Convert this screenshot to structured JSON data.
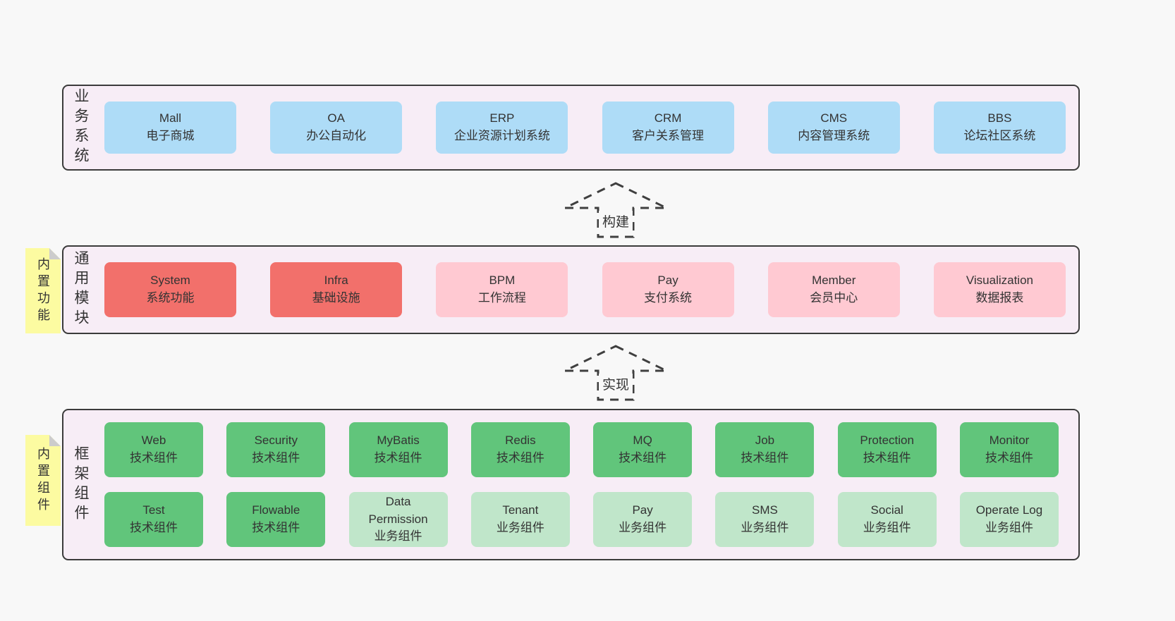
{
  "colors": {
    "page_bg": "#f8f8f8",
    "panel_bg": "#f7edf6",
    "border": "#3b3b3b",
    "blue": "#aedcf7",
    "red": "#f2706b",
    "pink": "#ffc9d2",
    "green_dark": "#61c57b",
    "green_light": "#c0e6ca",
    "note_yellow": "#fcfba1",
    "note_fold": "#cccccc",
    "text": "#333333"
  },
  "section_business": {
    "label": "业务系统",
    "items": [
      {
        "title": "Mall",
        "subtitle": "电子商城"
      },
      {
        "title": "OA",
        "subtitle": "办公自动化"
      },
      {
        "title": "ERP",
        "subtitle": "企业资源计划系统"
      },
      {
        "title": "CRM",
        "subtitle": "客户关系管理"
      },
      {
        "title": "CMS",
        "subtitle": "内容管理系统"
      },
      {
        "title": "BBS",
        "subtitle": "论坛社区系统"
      }
    ]
  },
  "arrow_build": {
    "label": "构建"
  },
  "arrow_implement": {
    "label": "实现"
  },
  "section_modules": {
    "label": "通用模块",
    "note": "内置功能",
    "items": [
      {
        "title": "System",
        "subtitle": "系统功能",
        "variant": "red"
      },
      {
        "title": "Infra",
        "subtitle": "基础设施",
        "variant": "red"
      },
      {
        "title": "BPM",
        "subtitle": "工作流程",
        "variant": "pink"
      },
      {
        "title": "Pay",
        "subtitle": "支付系统",
        "variant": "pink"
      },
      {
        "title": "Member",
        "subtitle": "会员中心",
        "variant": "pink"
      },
      {
        "title": "Visualization",
        "subtitle": "数据报表",
        "variant": "pink"
      }
    ]
  },
  "section_components": {
    "label": "框架组件",
    "note": "内置组件",
    "row1": [
      {
        "title": "Web",
        "subtitle": "技术组件",
        "variant": "green-dark"
      },
      {
        "title": "Security",
        "subtitle": "技术组件",
        "variant": "green-dark"
      },
      {
        "title": "MyBatis",
        "subtitle": "技术组件",
        "variant": "green-dark"
      },
      {
        "title": "Redis",
        "subtitle": "技术组件",
        "variant": "green-dark"
      },
      {
        "title": "MQ",
        "subtitle": "技术组件",
        "variant": "green-dark"
      },
      {
        "title": "Job",
        "subtitle": "技术组件",
        "variant": "green-dark"
      },
      {
        "title": "Protection",
        "subtitle": "技术组件",
        "variant": "green-dark"
      },
      {
        "title": "Monitor",
        "subtitle": "技术组件",
        "variant": "green-dark"
      }
    ],
    "row2": [
      {
        "title": "Test",
        "subtitle": "技术组件",
        "variant": "green-dark"
      },
      {
        "title": "Flowable",
        "subtitle": "技术组件",
        "variant": "green-dark"
      },
      {
        "title": "Data Permission",
        "subtitle": "业务组件",
        "variant": "green-light"
      },
      {
        "title": "Tenant",
        "subtitle": "业务组件",
        "variant": "green-light"
      },
      {
        "title": "Pay",
        "subtitle": "业务组件",
        "variant": "green-light"
      },
      {
        "title": "SMS",
        "subtitle": "业务组件",
        "variant": "green-light"
      },
      {
        "title": "Social",
        "subtitle": "业务组件",
        "variant": "green-light"
      },
      {
        "title": "Operate Log",
        "subtitle": "业务组件",
        "variant": "green-light"
      }
    ]
  }
}
